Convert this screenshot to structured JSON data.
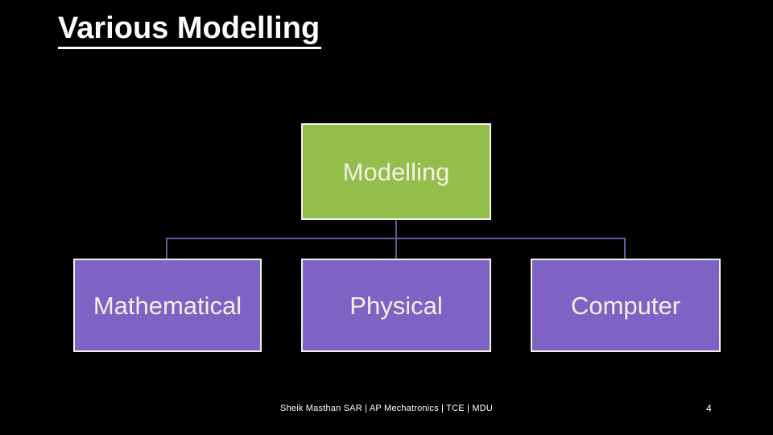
{
  "slide": {
    "title": "Various Modelling",
    "footer": "Sheik Masthan SAR | AP Mechatronics | TCE | MDU",
    "page_number": "4"
  },
  "diagram": {
    "type": "hierarchy",
    "root": {
      "label": "Modelling"
    },
    "children": [
      {
        "label": "Mathematical"
      },
      {
        "label": "Physical"
      },
      {
        "label": "Computer"
      }
    ]
  },
  "colors": {
    "background": "#000000",
    "root_fill": "#94BE4B",
    "child_fill": "#7C63C4",
    "box_border": "#F2F1E8",
    "connector": "#66589B",
    "box_text": "#F4EFE5",
    "title_text": "#FFFFFF",
    "footer_text": "#FFFFFF"
  }
}
